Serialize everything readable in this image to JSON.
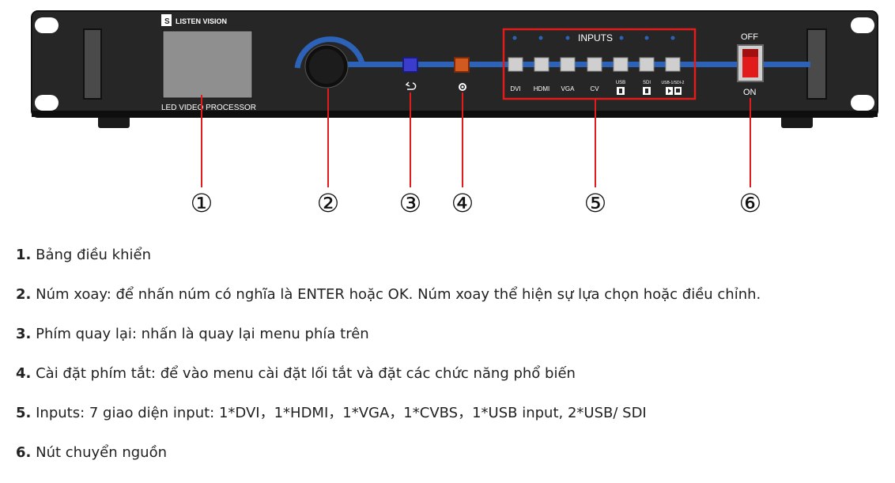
{
  "device": {
    "brand": "LISTEN VISION",
    "screen_label": "LED VIDEO PROCESSOR",
    "inputs_title": "INPUTS",
    "input_buttons": [
      "DVI",
      "HDMI",
      "VGA",
      "CV",
      "USB",
      "SDI",
      "USB-1/SDI-2"
    ],
    "power_off": "OFF",
    "power_on": "ON",
    "colors": {
      "panel": "#262626",
      "accent_blue": "#2c63b8",
      "highlight_red": "#e21b1b",
      "power_switch": "#e11b1b"
    }
  },
  "callouts": [
    "①",
    "②",
    "③",
    "④",
    "⑤",
    "⑥"
  ],
  "notes": [
    {
      "num": "1.",
      "text": "Bảng điều khiển"
    },
    {
      "num": "2.",
      "text": "Núm xoay: để nhấn núm có nghĩa là ENTER hoặc OK. Núm xoay thể hiện sự lựa chọn hoặc điều chỉnh."
    },
    {
      "num": "3.",
      "text": "Phím quay lại: nhấn là quay lại menu phía trên"
    },
    {
      "num": "4.",
      "text": "Cài đặt phím tắt: để vào menu cài đặt lối tắt và đặt các chức năng phổ biến"
    },
    {
      "num": "5.",
      "text": "Inputs: 7 giao diện input: 1*DVI，1*HDMI，1*VGA，1*CVBS，1*USB input, 2*USB/ SDI"
    },
    {
      "num": "6.",
      "text": "Nút chuyển nguồn"
    }
  ]
}
